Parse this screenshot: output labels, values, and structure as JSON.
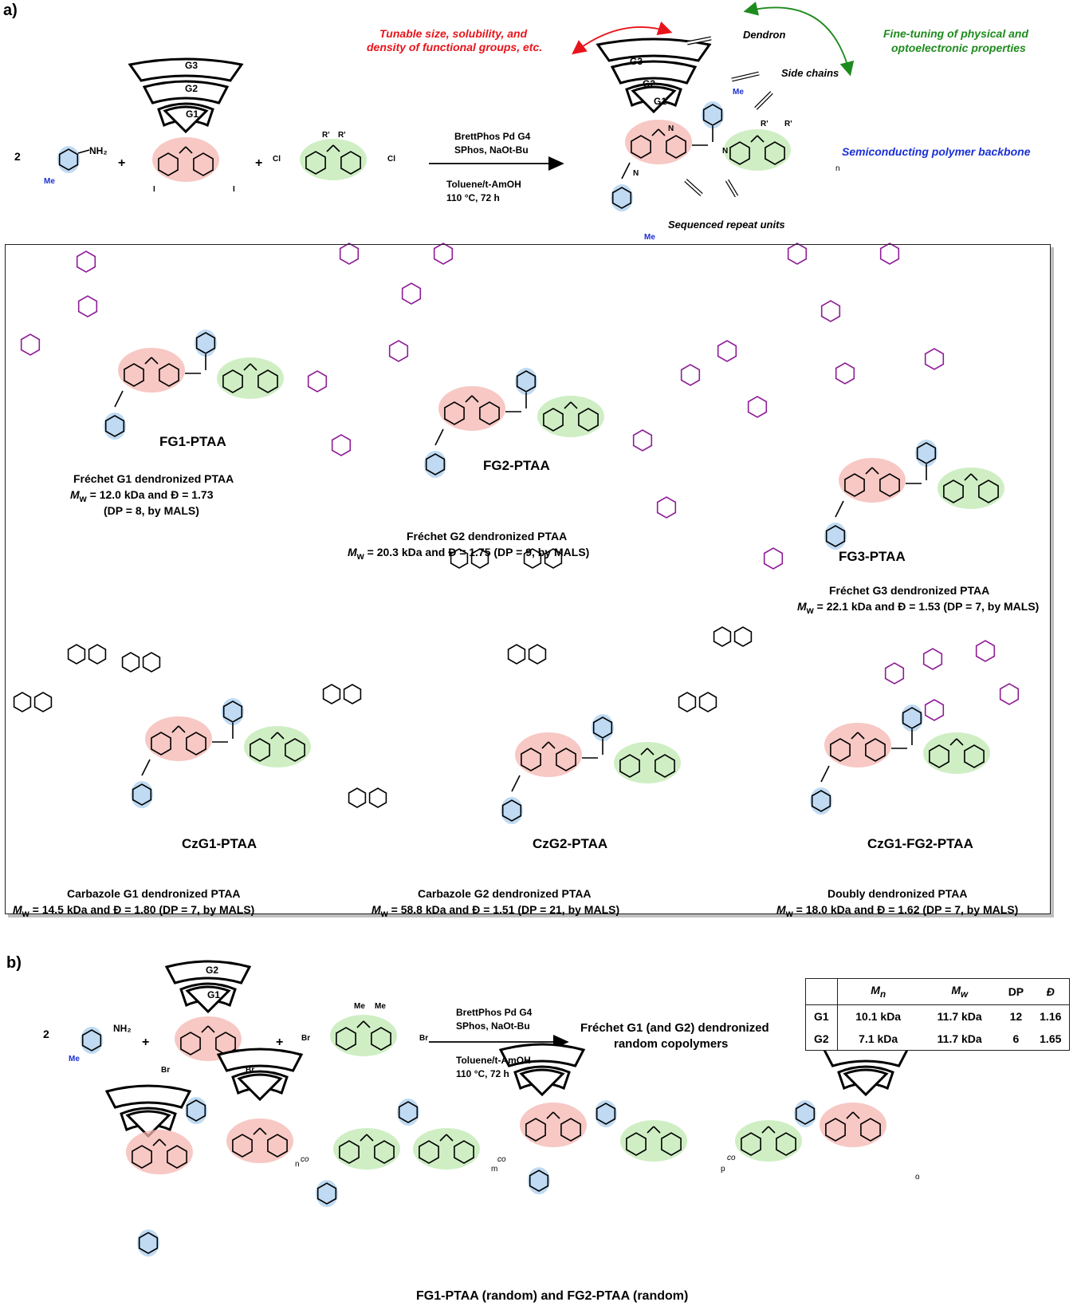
{
  "panel_a": {
    "label": "a)",
    "reagents": {
      "coeff": "2",
      "amine": "NH₂",
      "me": "Me",
      "iodo1": "I",
      "iodo2": "I",
      "chloro1": "Cl",
      "chloro2": "Cl",
      "rprime": "R'",
      "rprime2": "R'",
      "plus1": "+",
      "plus2": "+",
      "dendron": {
        "g1": "G1",
        "g2": "G2",
        "g3": "G3"
      }
    },
    "conditions": {
      "line1": "BrettPhos Pd G4",
      "line2": "SPhos, NaOt-Bu",
      "line3": "Toluene/t-AmOH",
      "line4": "110 °C, 72 h"
    },
    "annotations": {
      "tunable_1": "Tunable size, solubility, and",
      "tunable_2": "density of functional groups, etc.",
      "dendron": "Dendron",
      "fine_1": "Fine-tuning of physical and",
      "fine_2": "optoelectronic properties",
      "side_chains": "Side chains",
      "backbone": "Semiconducting polymer backbone",
      "sequenced": "Sequenced repeat units"
    },
    "product": {
      "n": "n",
      "N1": "N",
      "N2": "N",
      "N3": "N",
      "me_top": "Me",
      "me_bot": "Me",
      "rp1": "R'",
      "rp2": "R'"
    },
    "compounds": [
      {
        "name": "FG1-PTAA",
        "desc": "Fréchet G1 dendronized PTAA",
        "mw": "= 12.0 kDa and Đ = 1.73",
        "dp": "(DP = 8, by MALS)"
      },
      {
        "name": "FG2-PTAA",
        "desc": "Fréchet G2 dendronized PTAA",
        "mw": "= 20.3 kDa and Đ = 1.75 (DP = 9, by MALS)"
      },
      {
        "name": "FG3-PTAA",
        "desc": "Fréchet G3 dendronized PTAA",
        "mw": "= 22.1 kDa and Đ = 1.53 (DP = 7, by MALS)"
      },
      {
        "name": "CzG1-PTAA",
        "desc": "Carbazole G1 dendronized PTAA",
        "mw": "= 14.5 kDa and Đ = 1.80 (DP = 7, by MALS)"
      },
      {
        "name": "CzG2-PTAA",
        "desc": "Carbazole G2 dendronized PTAA",
        "mw": "= 58.8 kDa and Đ = 1.51 (DP = 21, by MALS)"
      },
      {
        "name": "CzG1-FG2-PTAA",
        "desc": "Doubly dendronized PTAA",
        "mw": "= 18.0 kDa and Đ = 1.62 (DP = 7, by MALS)"
      }
    ],
    "mw_symbol": "M",
    "mw_sub": "w"
  },
  "panel_b": {
    "label": "b)",
    "reagents": {
      "coeff": "2",
      "amine": "NH₂",
      "me": "Me",
      "br1": "Br",
      "br2": "Br",
      "br3": "Br",
      "br4": "Br",
      "me_f1": "Me",
      "me_f2": "Me",
      "plus1": "+",
      "plus2": "+",
      "dendron": {
        "g1": "G1",
        "g2": "G2"
      }
    },
    "conditions": {
      "line1": "BrettPhos Pd G4",
      "line2": "SPhos, NaOt-Bu",
      "line3": "Toluene/t-AmOH",
      "line4": "110 °C, 72 h"
    },
    "product_1": "Fréchet G1 (and G2) dendronized",
    "product_2": "random copolymers",
    "table": {
      "headers": [
        "",
        "Mn",
        "Mw",
        "DP",
        "Đ"
      ],
      "rows": [
        [
          "G1",
          "10.1 kDa",
          "11.7 kDa",
          "12",
          "1.16"
        ],
        [
          "G2",
          "7.1 kDa",
          "11.7 kDa",
          "6",
          "1.65"
        ]
      ]
    },
    "polymer_subs": {
      "n": "n",
      "m": "m",
      "p": "p",
      "o": "o",
      "co1": "co",
      "co2": "co",
      "co3": "co"
    },
    "polymer_label": "FG1-PTAA (random) and FG2-PTAA (random)"
  },
  "colors": {
    "carbazole": "#f4b6b0",
    "fluorene": "#bfe8b0",
    "tolyl": "#a9cdee",
    "dendron_purple": "#8e1c97",
    "red_annot": "#e8141b",
    "green_annot": "#1e8b1e",
    "blue_annot": "#1a2fd6"
  }
}
